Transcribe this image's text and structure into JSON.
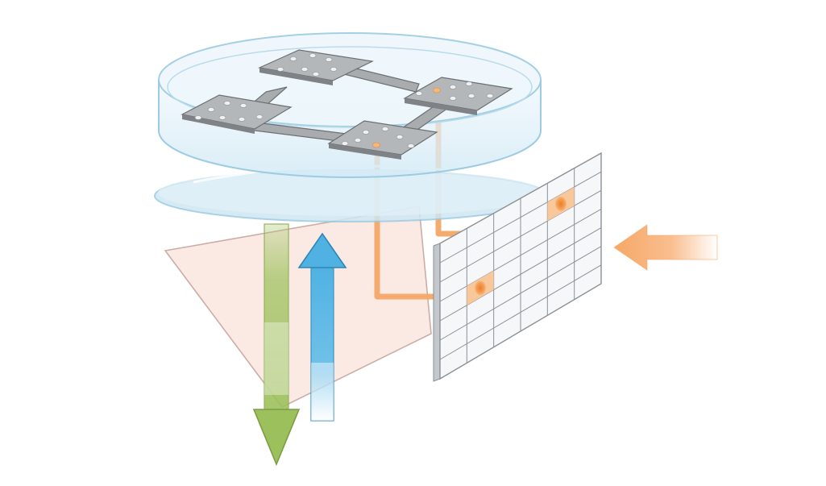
{
  "diagram": {
    "labels": [],
    "colors": {
      "background": "#ffffff",
      "dish_fill": "#e4f2f9",
      "dish_stroke": "#9ccbe2",
      "coverslip_fill": "#cfe7f3",
      "mirror_fill": "#fbe9e3",
      "mirror_stroke": "#c9a9a3",
      "chip_fill": "#a9acaf",
      "chip_stroke": "#6d7073",
      "electrode_fill": "#eef0f2",
      "active_electrode": "#f7b777",
      "signal_line": "#f4a867",
      "grid_fill": "#f5f7f9",
      "grid_stroke": "#8c9196",
      "projected_spot": "#f29545",
      "incoming_arrow": "#f8b27a",
      "green_arrow": "#a8c66c",
      "blue_arrow": "#5bbbe8"
    },
    "components": [
      "petri-dish",
      "micro-electrode-chip",
      "coverslip",
      "dichroic-mirror",
      "detector-grid",
      "illumination-arrow",
      "emission-arrow-down",
      "excitation-arrow-up",
      "signal-lines"
    ],
    "detector_grid": {
      "rows": 7,
      "cols": 6,
      "active_cells": [
        [
          3,
          1
        ],
        [
          1,
          4
        ]
      ]
    },
    "chip_pads": 4,
    "active_electrodes": 2
  }
}
